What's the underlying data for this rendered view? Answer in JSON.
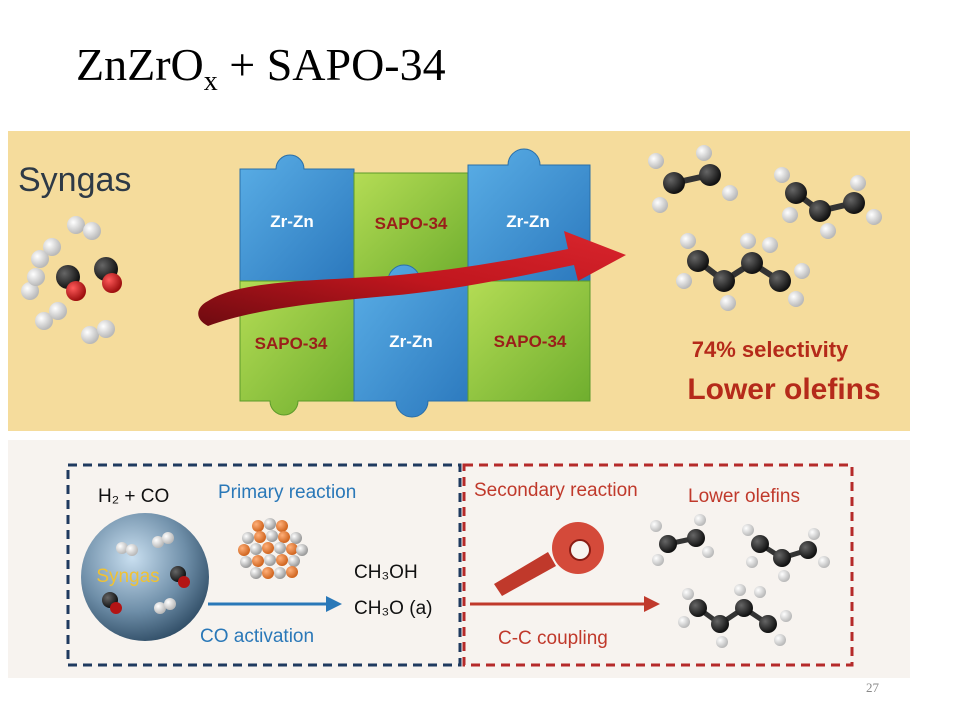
{
  "slide": {
    "title_main": "ZnZrO",
    "title_sub": "x",
    "title_rest": " + SAPO-34",
    "page_number": "27"
  },
  "top_graphic": {
    "syngas_label": "Syngas",
    "pieces": [
      "Zr-Zn",
      "SAPO-34",
      "Zr-Zn",
      "SAPO-34",
      "Zr-Zn",
      "SAPO-34"
    ],
    "selectivity": "74% selectivity",
    "product": "Lower olefins",
    "colors": {
      "background": "#f5dc9c",
      "blue_piece": "#3b8fd0",
      "green_piece": "#8cc63e",
      "arrow": "#b0161f",
      "text_red": "#b52a1a"
    }
  },
  "bottom_graphic": {
    "reactant": "H₂ + CO",
    "sphere_label": "Syngas",
    "primary_reaction": "Primary reaction",
    "intermediate_1": "CH₃OH",
    "intermediate_2": "CH₃O (a)",
    "co_activation": "CO activation",
    "secondary_reaction": "Secondary reaction",
    "lower_olefins": "Lower olefins",
    "cc_coupling": "C-C coupling",
    "colors": {
      "left_border": "#1f3a5f",
      "right_border": "#b52a2a",
      "blue_text": "#2a78b8",
      "red_text": "#c0392b"
    }
  }
}
